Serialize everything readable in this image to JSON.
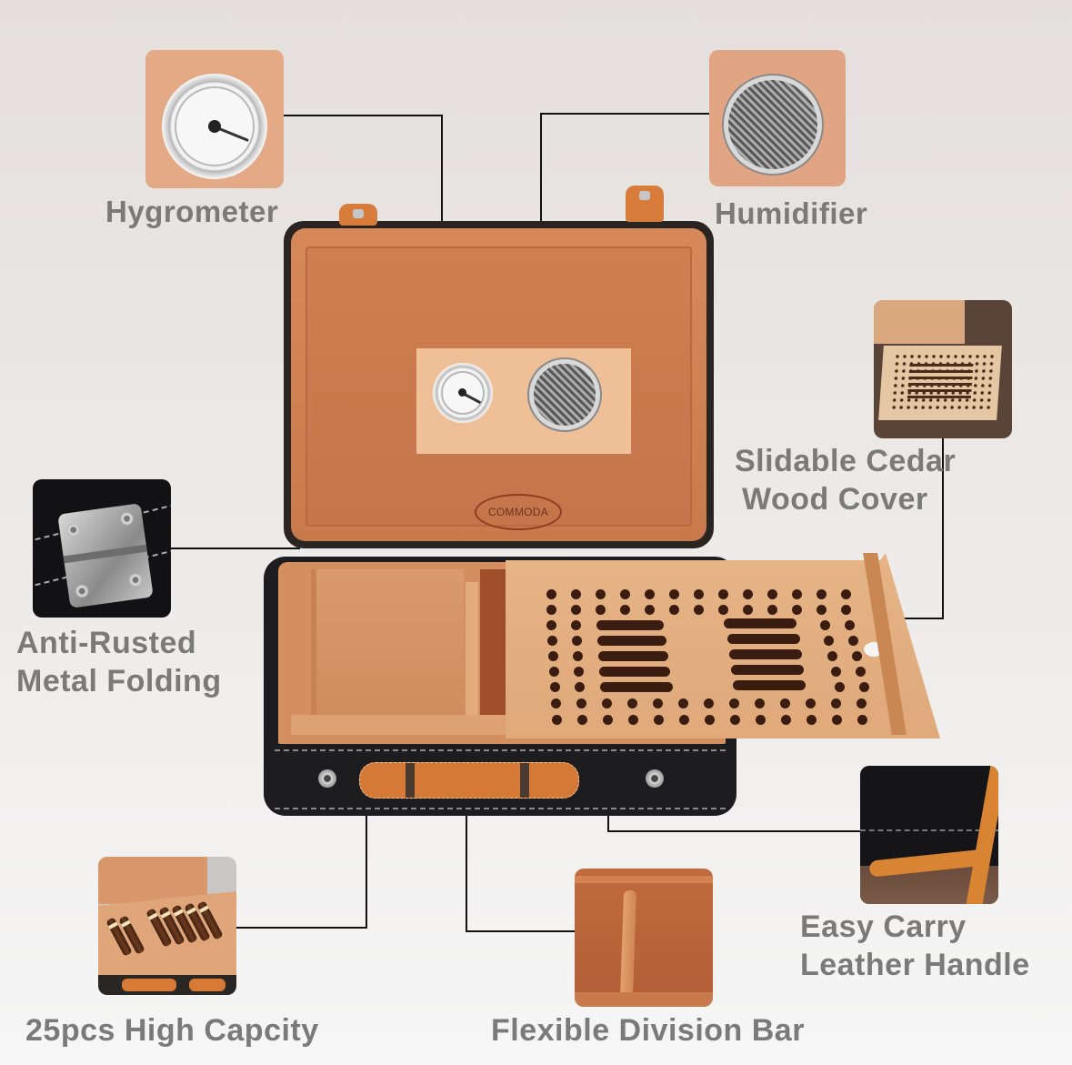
{
  "infographic": {
    "product": "Cigar humidor case",
    "brand_logo": "COMMODA",
    "callouts": [
      {
        "id": "hygrometer",
        "label": "Hygrometer"
      },
      {
        "id": "humidifier",
        "label": "Humidifier"
      },
      {
        "id": "slidable-cover",
        "label_lines": [
          "Slidable Cedar",
          "Wood Cover"
        ]
      },
      {
        "id": "metal-folding",
        "label_lines": [
          "Anti-Rusted",
          "Metal Folding"
        ]
      },
      {
        "id": "leather-handle",
        "label_lines": [
          "Easy Carry",
          "Leather Handle"
        ]
      },
      {
        "id": "capacity",
        "label": "25pcs High Capcity"
      },
      {
        "id": "division-bar",
        "label": "Flexible Division Bar"
      }
    ],
    "colors": {
      "label_text": "#7a7a7a",
      "cedar": "#d48f61",
      "leather_black": "#1d1c1f",
      "leather_tan": "#d47a36",
      "leader_line": "#111111"
    }
  }
}
